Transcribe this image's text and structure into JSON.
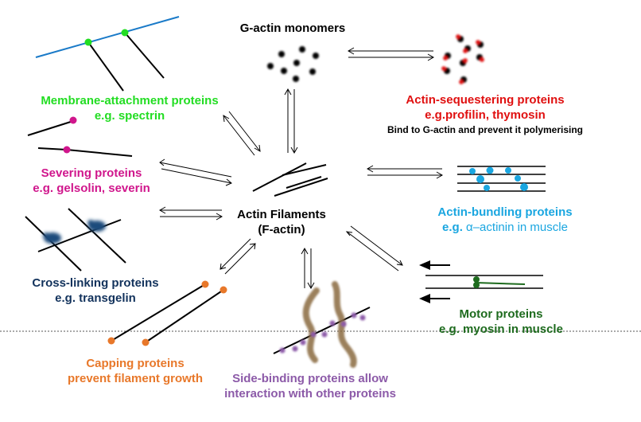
{
  "center": {
    "line1": "Actin Filaments",
    "line2": "(F-actin)"
  },
  "monomers": {
    "title": "G-actin monomers"
  },
  "sequestering": {
    "line1": "Actin-sequestering proteins",
    "line2": "e.g.profilin, thymosin",
    "line3": "Bind to G-actin and prevent it polymerising"
  },
  "membrane": {
    "line1": "Membrane-attachment proteins",
    "line2": "e.g. spectrin"
  },
  "severing": {
    "line1": "Severing proteins",
    "line2": "e.g. gelsolin, severin"
  },
  "bundling": {
    "line1": "Actin-bundling proteins",
    "line2_prefix": "e.g. ",
    "alpha": "α",
    "line2_suffix": "–actinin in muscle"
  },
  "crosslinking": {
    "line1": "Cross-linking proteins",
    "line2": "e.g. transgelin"
  },
  "motor": {
    "line1": "Motor proteins",
    "line2": "e.g. myosin in muscle"
  },
  "capping": {
    "line1": "Capping proteins",
    "line2": "prevent filament growth"
  },
  "sidebinding": {
    "line1": "Side-binding proteins allow",
    "line2": "interaction with other proteins"
  },
  "colors": {
    "membrane": "#22dd22",
    "sequestering": "#e01010",
    "severing": "#d0168c",
    "bundling": "#1aa6e0",
    "crosslinking": "#12325c",
    "motor": "#1e6b1e",
    "capping": "#e8782a",
    "sidebinding": "#8c5aa8",
    "filament": "#000000",
    "membrane_line": "#1a7ac8"
  }
}
